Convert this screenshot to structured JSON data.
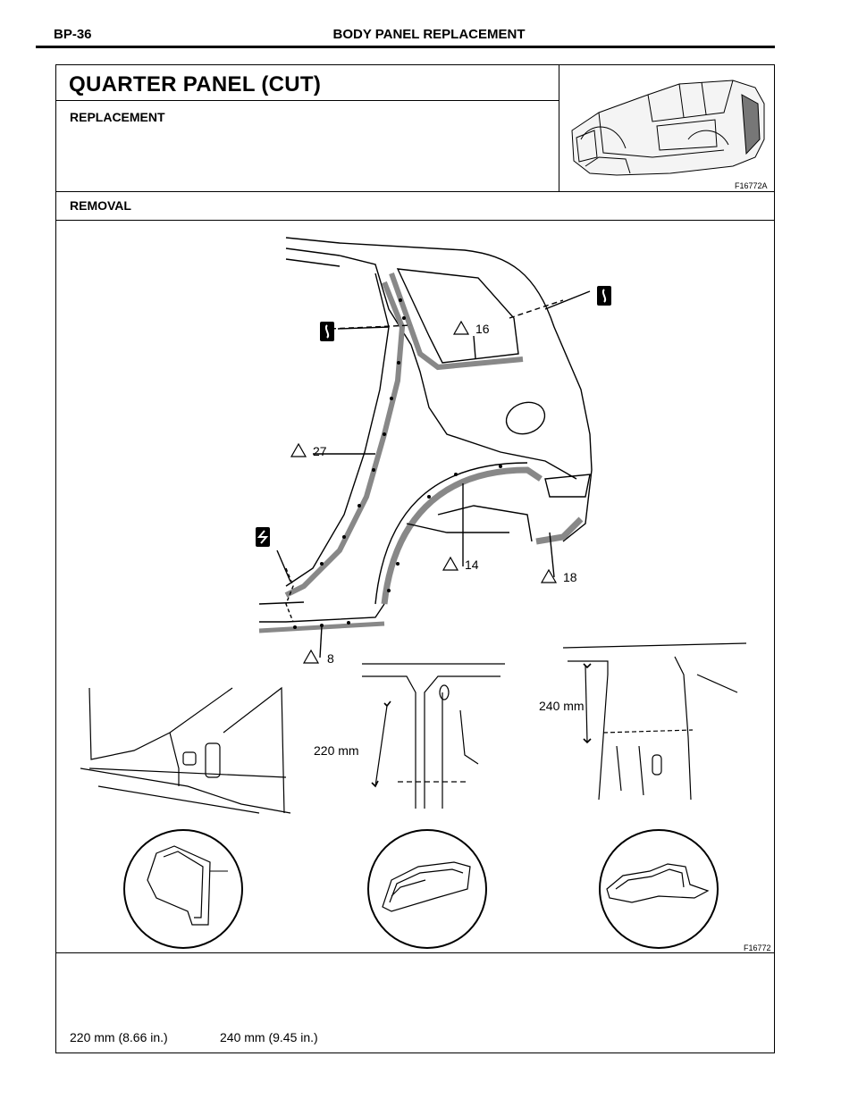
{
  "header": {
    "page_number": "BP-36",
    "section_title": "BODY PANEL REPLACEMENT"
  },
  "title": "QUARTER PANEL (CUT)",
  "subtitle": "REPLACEMENT",
  "thumbnail_code": "F16772A",
  "removal_label": "REMOVAL",
  "figure": {
    "code": "F16772",
    "weld_counts": [
      "16",
      "27",
      "14",
      "18",
      "8"
    ],
    "dimension_a": "220 mm",
    "dimension_b": "240 mm"
  },
  "measurements": [
    "220 mm (8.66 in.)",
    "240 mm (9.45 in.)"
  ]
}
